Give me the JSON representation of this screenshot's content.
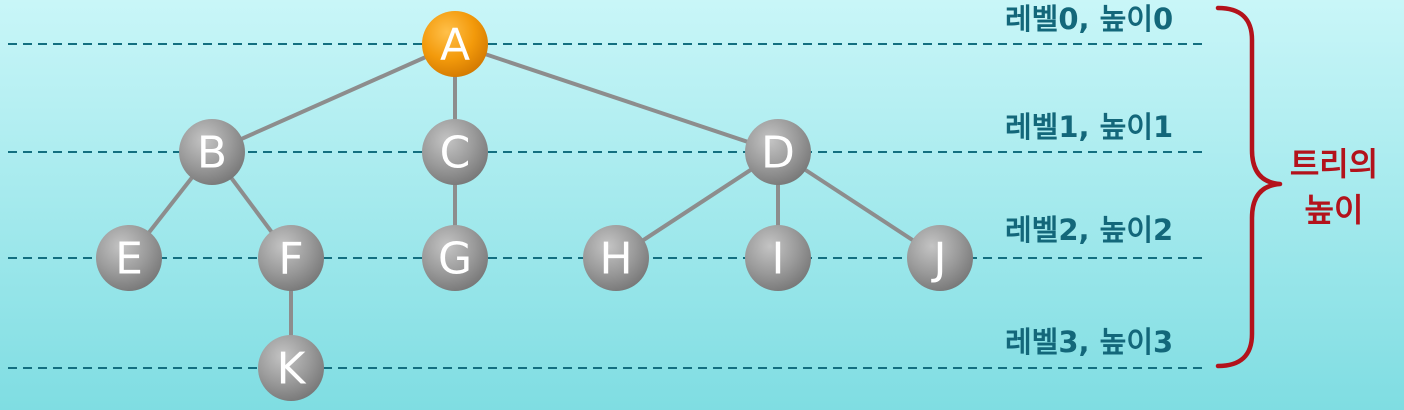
{
  "colors": {
    "background_top": "#c9f6f8",
    "background_bottom": "#7fdde2",
    "dashed_line": "#136f80",
    "edge": "#8d8d8d",
    "node_fill": "#9a9a9a",
    "root_fill": "#f39a0b",
    "level_text": "#13677a",
    "brace": "#b3121b"
  },
  "tree": {
    "root": "A",
    "nodes": [
      "A",
      "B",
      "C",
      "D",
      "E",
      "F",
      "G",
      "H",
      "I",
      "J",
      "K"
    ],
    "edges": [
      [
        "A",
        "B"
      ],
      [
        "A",
        "C"
      ],
      [
        "A",
        "D"
      ],
      [
        "B",
        "E"
      ],
      [
        "B",
        "F"
      ],
      [
        "C",
        "G"
      ],
      [
        "D",
        "H"
      ],
      [
        "D",
        "I"
      ],
      [
        "D",
        "J"
      ],
      [
        "F",
        "K"
      ]
    ]
  },
  "levels": [
    {
      "label": "레벨0, 높이0"
    },
    {
      "label": "레벨1, 높이1"
    },
    {
      "label": "레벨2, 높이2"
    },
    {
      "label": "레벨3, 높이3"
    }
  ],
  "tree_height": {
    "line1": "트리의",
    "line2": "높이"
  }
}
